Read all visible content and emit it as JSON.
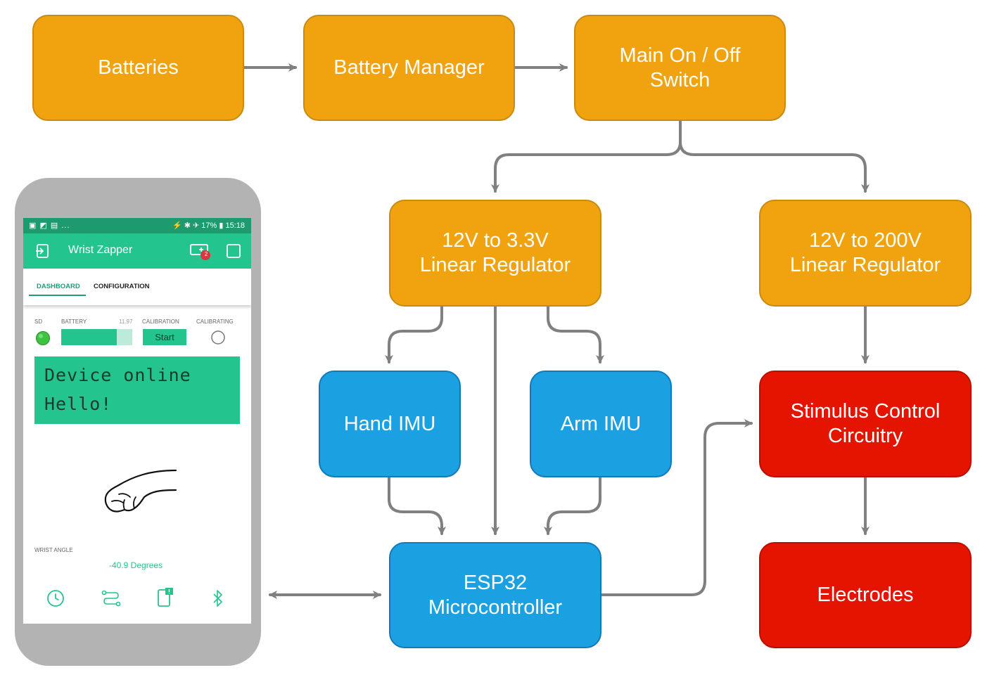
{
  "diagram": {
    "nodes": {
      "batteries": "Batteries",
      "battery_manager": "Battery Manager",
      "main_switch": "Main On / Off\nSwitch",
      "reg_3v3": "12V to 3.3V\nLinear Regulator",
      "reg_200v": "12V to 200V\nLinear Regulator",
      "hand_imu": "Hand IMU",
      "arm_imu": "Arm IMU",
      "esp32": "ESP32\nMicrocontroller",
      "stimulus": "Stimulus Control\nCircuitry",
      "electrodes": "Electrodes"
    },
    "colors": {
      "orange": "#F0A30E",
      "blue": "#1BA1E2",
      "red": "#E51400",
      "arrow": "#808080"
    }
  },
  "phone": {
    "status_left": "▣ ◩ ▤ ...",
    "status_right": "⚡ ✱ ✈ 17% ▮ 15:18",
    "app_title": "Wrist Zapper",
    "notification_count": "2",
    "tabs": [
      "DASHBOARD",
      "CONFIGURATION"
    ],
    "widgets": {
      "sd_label": "SD",
      "battery_label": "BATTERY",
      "battery_value": "11.97",
      "battery_level": 0.78,
      "calibration_label": "CALIBRATION",
      "calibration_button": "Start",
      "calibrating_label": "CALIBRATING"
    },
    "lcd": [
      "Device online",
      "Hello!"
    ],
    "wrist_angle_label": "WRIST ANGLE",
    "wrist_angle_value": "-40.9 Degrees",
    "accent": "#23c48e",
    "nav_icons": [
      "clock-icon",
      "route-icon",
      "phone-notification-icon",
      "bluetooth-icon"
    ]
  }
}
